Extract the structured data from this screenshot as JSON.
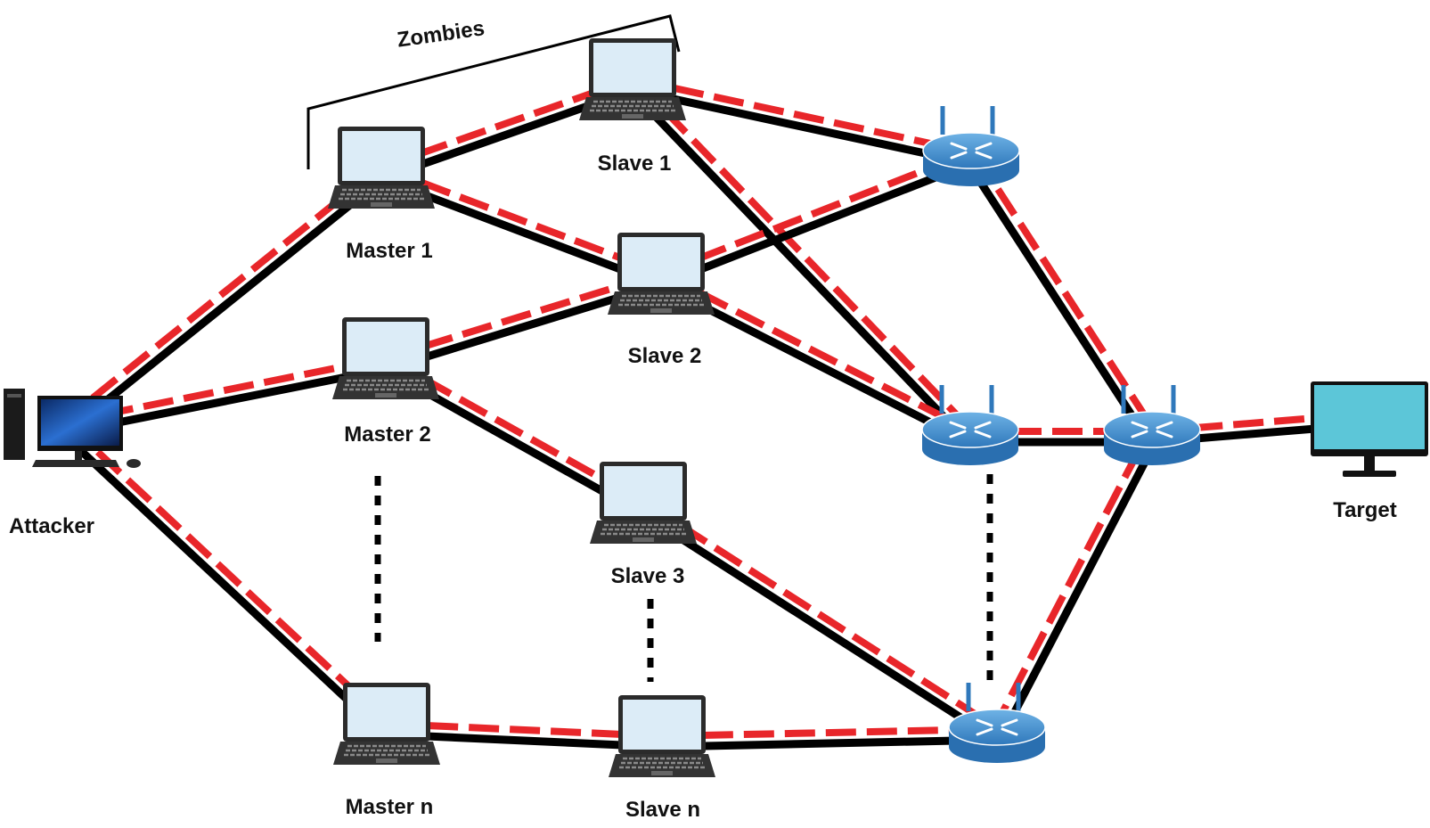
{
  "diagram": {
    "group_label": "Zombies",
    "nodes": [
      {
        "id": "attacker",
        "kind": "desktop",
        "label": "Attacker"
      },
      {
        "id": "master1",
        "kind": "laptop",
        "label": "Master 1"
      },
      {
        "id": "master2",
        "kind": "laptop",
        "label": "Master 2"
      },
      {
        "id": "mastern",
        "kind": "laptop",
        "label": "Master n"
      },
      {
        "id": "slave1",
        "kind": "laptop",
        "label": "Slave 1"
      },
      {
        "id": "slave2",
        "kind": "laptop",
        "label": "Slave 2"
      },
      {
        "id": "slave3",
        "kind": "laptop",
        "label": "Slave 3"
      },
      {
        "id": "slaven",
        "kind": "laptop",
        "label": "Slave n"
      },
      {
        "id": "router1",
        "kind": "router",
        "label": ""
      },
      {
        "id": "router2",
        "kind": "router",
        "label": ""
      },
      {
        "id": "router3",
        "kind": "router",
        "label": ""
      },
      {
        "id": "router4",
        "kind": "router",
        "label": ""
      },
      {
        "id": "target",
        "kind": "monitor",
        "label": "Target"
      }
    ],
    "links": [
      {
        "from": "attacker",
        "to": "master1"
      },
      {
        "from": "attacker",
        "to": "master2"
      },
      {
        "from": "attacker",
        "to": "mastern"
      },
      {
        "from": "master1",
        "to": "slave1"
      },
      {
        "from": "master1",
        "to": "slave2"
      },
      {
        "from": "master2",
        "to": "slave2"
      },
      {
        "from": "master2",
        "to": "slave3"
      },
      {
        "from": "mastern",
        "to": "slaven"
      },
      {
        "from": "slave1",
        "to": "router1"
      },
      {
        "from": "slave1",
        "to": "router2"
      },
      {
        "from": "slave2",
        "to": "router1"
      },
      {
        "from": "slave2",
        "to": "router2"
      },
      {
        "from": "slave3",
        "to": "router4"
      },
      {
        "from": "slaven",
        "to": "router4"
      },
      {
        "from": "router1",
        "to": "router3"
      },
      {
        "from": "router2",
        "to": "router3"
      },
      {
        "from": "router4",
        "to": "router3"
      },
      {
        "from": "router3",
        "to": "target"
      }
    ],
    "colors": {
      "link": "#000000",
      "attack_path": "#e8262a",
      "router_body": "#3a86c8",
      "router_top": "#5ba3dd",
      "screen": "#dcecf7",
      "target_screen": "#5cc6d8",
      "bracket": "#000000"
    }
  }
}
